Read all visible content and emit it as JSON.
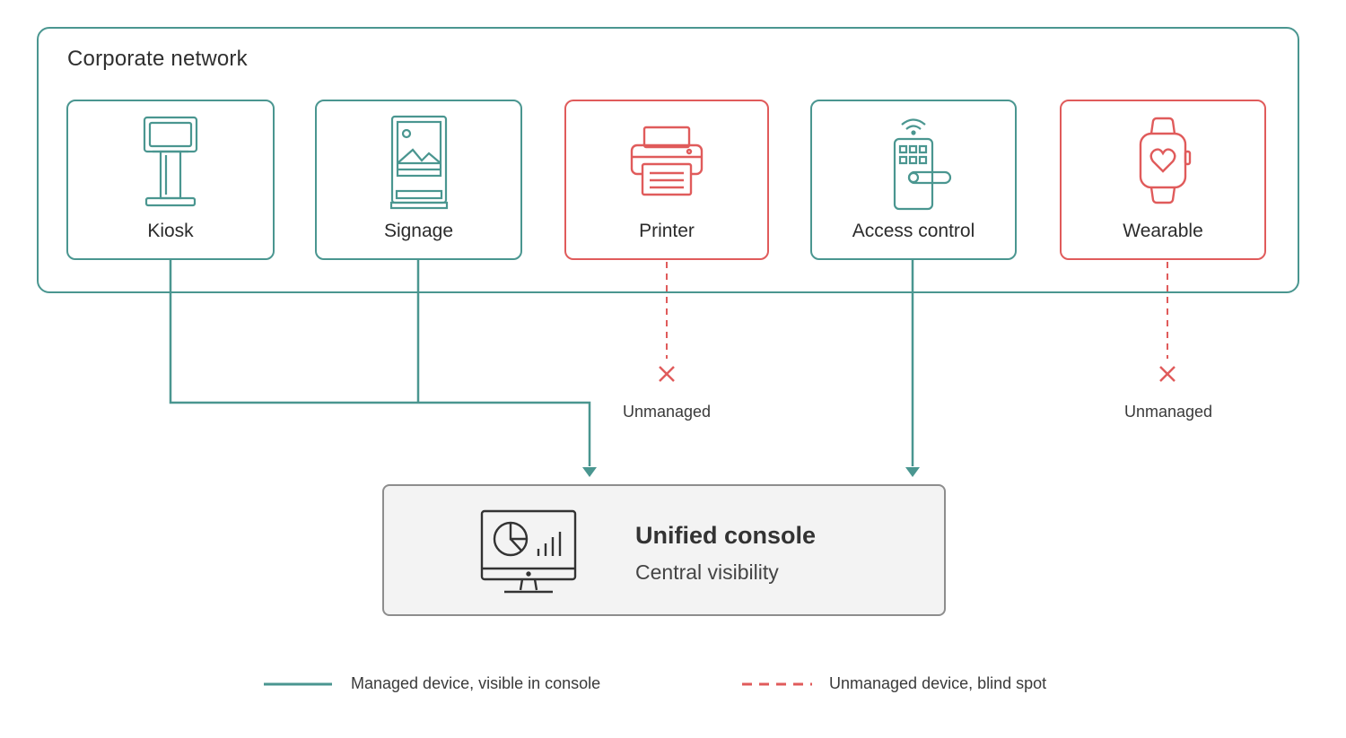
{
  "network": {
    "title": "Corporate network"
  },
  "devices": [
    {
      "label": "Kiosk",
      "icon": "kiosk-icon",
      "status": "managed"
    },
    {
      "label": "Signage",
      "icon": "signage-icon",
      "status": "managed"
    },
    {
      "label": "Printer",
      "icon": "printer-icon",
      "status": "unmanaged"
    },
    {
      "label": "Access control",
      "icon": "door-lock-icon",
      "status": "managed"
    },
    {
      "label": "Wearable",
      "icon": "smartwatch-icon",
      "status": "unmanaged"
    }
  ],
  "unmanaged_labels": [
    "Unmanaged",
    "Unmanaged"
  ],
  "console": {
    "title": "Unified console",
    "subtitle": "Central visibility",
    "icon": "monitor-analytics-icon"
  },
  "legend": {
    "managed": "Managed device, visible in console",
    "unmanaged": "Unmanaged device, blind spot"
  },
  "colors": {
    "managed": "#4a9690",
    "unmanaged": "#e05b5b",
    "console_border": "#8d8d8d"
  }
}
